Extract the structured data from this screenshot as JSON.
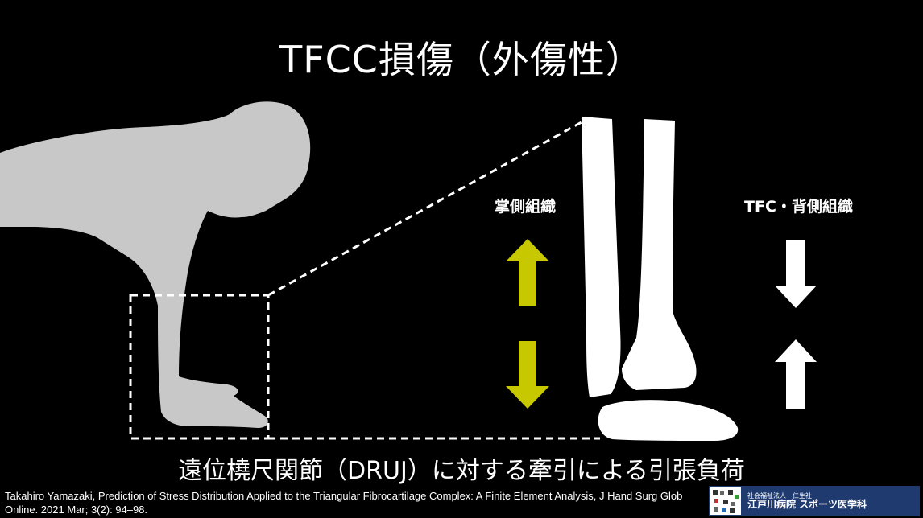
{
  "slide": {
    "title": "TFCC損傷（外傷性）",
    "label_left": "掌側組織",
    "label_right": "TFC・背側組織",
    "subtitle": "遠位橈尺関節（DRUJ）に対する牽引による引張負荷",
    "citation": "Takahiro Yamazaki, Prediction of Stress Distribution Applied to the Triangular Fibrocartilage Complex: A Finite Element Analysis, J Hand Surg Glob Online. 2021 Mar; 3(2): 94–98."
  },
  "logo": {
    "small_text": "社会福祉法人　仁生社",
    "main_text": "江戸川病院 スポーツ医学科"
  },
  "colors": {
    "background": "#000000",
    "silhouette": "#c8c8c8",
    "bone": "#ffffff",
    "arrow_yellow": "#c8c800",
    "arrow_white": "#ffffff",
    "logo_bg": "#1f3a6e"
  },
  "icons": {
    "yellow_arrow_up": "arrow-up-icon",
    "yellow_arrow_down": "arrow-down-icon",
    "white_arrow_down": "arrow-down-icon",
    "white_arrow_up": "arrow-up-icon"
  }
}
